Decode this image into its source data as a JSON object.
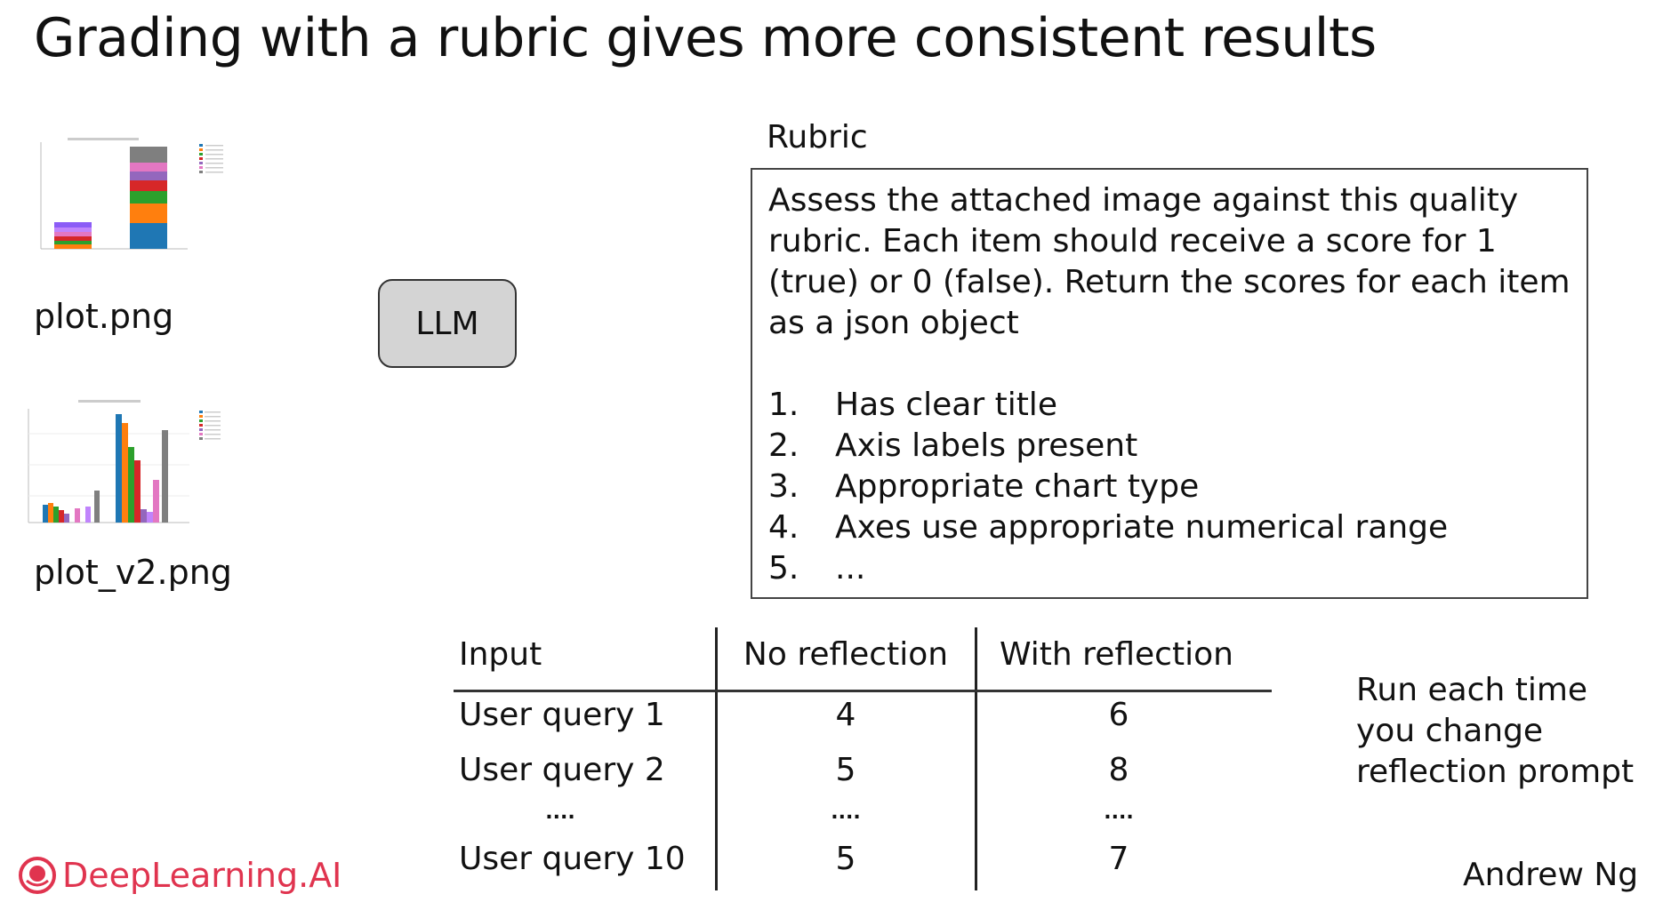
{
  "slide": {
    "title": "Grading with a rubric gives more consistent results"
  },
  "inputs": [
    {
      "filename": "plot.png"
    },
    {
      "filename": "plot_v2.png"
    }
  ],
  "model": {
    "label": "LLM"
  },
  "rubric": {
    "label": "Rubric",
    "intro": "Assess the attached image against this quality rubric. Each item should receive a score for 1 (true) or 0 (false). Return the scores for each item as a json object",
    "items": [
      {
        "num": "1.",
        "text": "Has clear title"
      },
      {
        "num": "2.",
        "text": "Axis labels present"
      },
      {
        "num": "3.",
        "text": "Appropriate chart type"
      },
      {
        "num": "4.",
        "text": "Axes use appropriate numerical range"
      },
      {
        "num": "5.",
        "text": "..."
      }
    ]
  },
  "results_table": {
    "headers": [
      "Input",
      "No reflection",
      "With reflection"
    ],
    "rows": [
      [
        "User query 1",
        "4",
        "6"
      ],
      [
        "User query 2",
        "5",
        "8"
      ],
      [
        "....",
        "....",
        "...."
      ],
      [
        "User query 10",
        "5",
        "7"
      ]
    ]
  },
  "note": {
    "lines": [
      "Run each time",
      "you change",
      "reflection prompt"
    ]
  },
  "branding": {
    "logo_text": "DeepLearning.AI",
    "logo_color": "#e0344f",
    "author": "Andrew Ng"
  }
}
